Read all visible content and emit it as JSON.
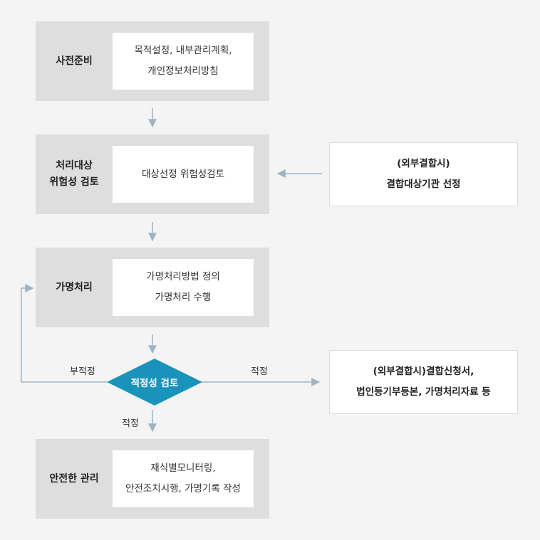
{
  "steps": [
    {
      "label": "사전준비",
      "detail": "목적설정, 내부관리계획,\n개인정보처리방침"
    },
    {
      "label": "처리대상\n위험성 검토",
      "detail": "대상선정 위험성검토"
    },
    {
      "label": "가명처리",
      "detail": "가명처리방법 정의\n가명처리 수행"
    },
    {
      "label": "안전한 관리",
      "detail": "재식별모니터링,\n안전조치시행, 가명기록 작성"
    }
  ],
  "decision": {
    "label": "적정성 검토"
  },
  "side_boxes": {
    "combination_select": "(외부결합시)\n결합대상기관 선정",
    "combination_docs": "(외부결합시)결합신청서,\n법인등기부등본, 가명처리자료 등"
  },
  "edge_labels": {
    "inadequate": "부적정",
    "adequate_right": "적정",
    "adequate_down": "적정"
  },
  "colors": {
    "background": "#f4f4f4",
    "step_fill": "#dedede",
    "decision_fill": "#1a93ba",
    "arrow": "#9fb4c3"
  }
}
